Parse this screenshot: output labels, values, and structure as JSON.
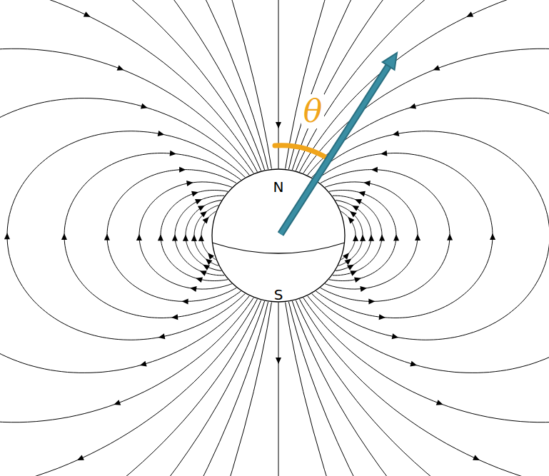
{
  "diagram": {
    "nodes": [
      {
        "text": [
          "N",
          "S"
        ]
      }
    ],
    "labels": [
      "θ"
    ]
  }
}
